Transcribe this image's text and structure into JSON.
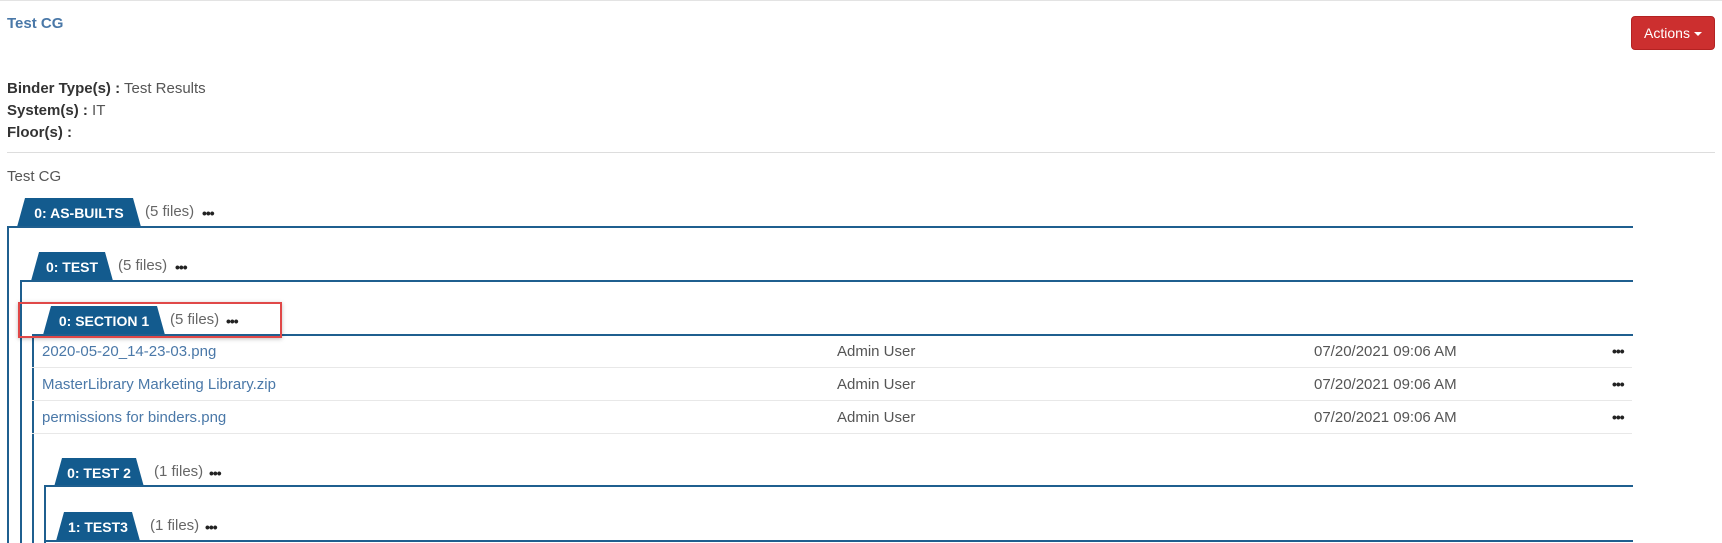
{
  "header": {
    "title": "Test CG",
    "actions_label": "Actions"
  },
  "meta": {
    "binder_types_label": "Binder Type(s) :",
    "binder_types_value": "Test Results",
    "systems_label": "System(s) :",
    "systems_value": "IT",
    "floors_label": "Floor(s) :",
    "floors_value": ""
  },
  "tree": {
    "root_label": "Test CG",
    "more_glyph": "•••",
    "sections": [
      {
        "label": "0: AS-BUILTS",
        "count": "(5 files)"
      },
      {
        "label": "0: TEST",
        "count": "(5 files)"
      },
      {
        "label": "0: SECTION 1",
        "count": "(5 files)"
      },
      {
        "label": "0: TEST 2",
        "count": "(1 files)"
      },
      {
        "label": "1: TEST3",
        "count": "(1 files)"
      }
    ],
    "files": [
      {
        "name": "2020-05-20_14-23-03.png",
        "owner": "Admin User",
        "date": "07/20/2021 09:06 AM"
      },
      {
        "name": "MasterLibrary Marketing Library.zip",
        "owner": "Admin User",
        "date": "07/20/2021 09:06 AM"
      },
      {
        "name": "permissions for binders.png",
        "owner": "Admin User",
        "date": "07/20/2021 09:06 AM"
      }
    ]
  },
  "colors": {
    "accent": "#135b8e",
    "link": "#4a78a8",
    "action_button": "#cc2f2f",
    "highlight": "#e04848"
  }
}
